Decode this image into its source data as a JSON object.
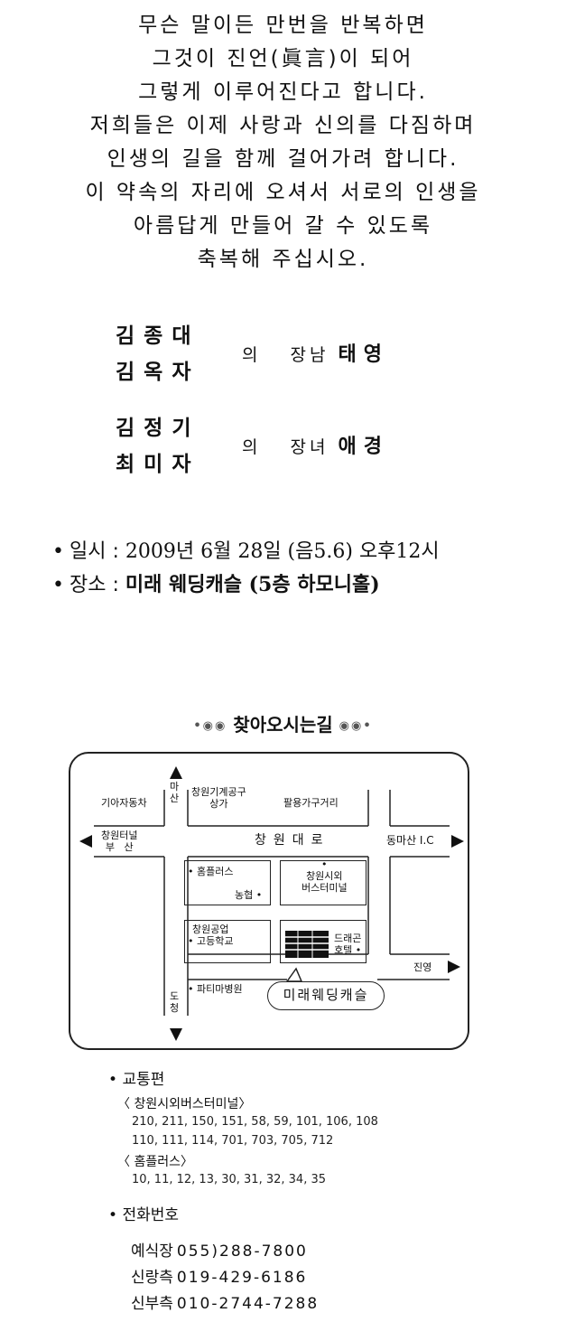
{
  "poem": [
    "무슨 말이든 만번을 반복하면",
    "그것이 진언(眞言)이 되어",
    "그렇게 이루어진다고 합니다.",
    "저희들은 이제 사랑과 신의를 다짐하며",
    "인생의 길을 함께 걸어가려 합니다.",
    "이 약속의 자리에 오셔서 서로의 인생을",
    "아름답게 만들어 갈 수 있도록",
    "축복해 주십시오."
  ],
  "groom_family": {
    "father": "김종대",
    "mother": "김옥자",
    "of": "의",
    "relation": "장남",
    "child": "태영"
  },
  "bride_family": {
    "father": "김정기",
    "mother": "최미자",
    "of": "의",
    "relation": "장녀",
    "child": "애경"
  },
  "event": {
    "bullet": "•",
    "datetime_label": "일시 :",
    "datetime_value": "2009년 6월 28일 (음5.6) 오후12시",
    "place_label": "장소 :",
    "place_value": "미래 웨딩캐슬 (5층 하모니홀)"
  },
  "directions": {
    "title": "찾아오시는길",
    "deco_left": "•◉◉",
    "deco_right": "◉◉•",
    "map": {
      "kia": "기아자동차",
      "masan": "마\n산",
      "tool_mall": "창원기계공구\n상가",
      "furniture": "팔용가구거리",
      "tunnel": "창원터널\n부   산",
      "main_road": "창원대로",
      "ic": "동마산 I.C",
      "homeplus": "• 홈플러스",
      "nonghyup": "농협 •",
      "bus_terminal": "•\n창원시외\n버스터미널",
      "tech_school": "창원공업\n• 고등학교",
      "dragon_hotel": "드래곤\n호텔 •",
      "jinyeong": "진영",
      "party_hospital": "• 파티마병원",
      "docheong": "도\n청",
      "venue": "미래웨딩캐슬"
    }
  },
  "transport": {
    "bullet": "•",
    "title": "교통편",
    "groups": [
      {
        "name": "〈 창원시외버스터미널〉",
        "lines": [
          "210, 211, 150, 151, 58, 59, 101, 106, 108",
          "110, 111, 114, 701, 703, 705, 712"
        ]
      },
      {
        "name": "〈 홈플러스〉",
        "lines": [
          "10, 11, 12, 13, 30, 31, 32, 34, 35"
        ]
      }
    ]
  },
  "phones": {
    "bullet": "•",
    "title": "전화번호",
    "items": [
      {
        "label": "예식장",
        "number": "055)288-7800"
      },
      {
        "label": "신랑측",
        "number": "019-429-6186"
      },
      {
        "label": "신부측",
        "number": "010-2744-7288"
      }
    ]
  }
}
